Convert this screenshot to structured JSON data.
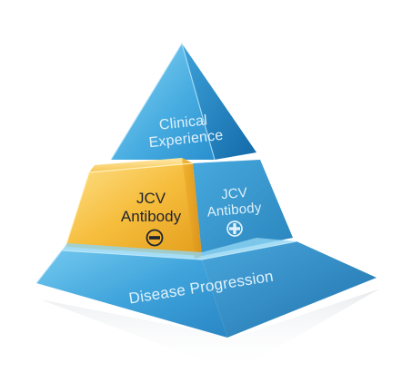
{
  "pyramid": {
    "top": {
      "line1": "Clinical",
      "line2": "Experience"
    },
    "middle_front": {
      "line1": "JCV",
      "line2": "Antibody",
      "sign": "minus"
    },
    "middle_right": {
      "line1": "JCV",
      "line2": "Antibody",
      "sign": "plus"
    },
    "bottom": {
      "label": "Disease Progression"
    }
  },
  "colors": {
    "blue_light": "#6cc3ec",
    "blue_mid": "#2f9ad6",
    "blue_dark": "#1671b2",
    "gold_light": "#fbd36a",
    "gold_mid": "#f3b530",
    "gold_dark": "#d99a17"
  }
}
